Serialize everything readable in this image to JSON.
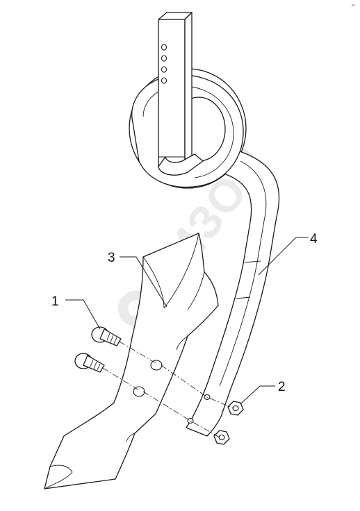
{
  "watermark": {
    "text": "БИЗОН"
  },
  "corner_mark": "⌐",
  "callouts": [
    {
      "id": "1",
      "label": "1"
    },
    {
      "id": "2",
      "label": "2"
    },
    {
      "id": "3",
      "label": "3"
    },
    {
      "id": "4",
      "label": "4"
    }
  ]
}
